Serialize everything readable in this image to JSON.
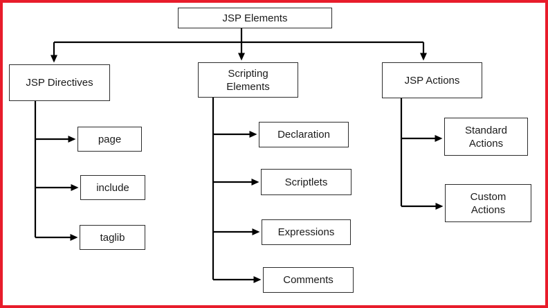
{
  "diagram": {
    "type": "tree",
    "title": "JSP Elements hierarchy",
    "nodes": {
      "jsp_elements": {
        "label": "JSP Elements"
      },
      "jsp_directives": {
        "label": "JSP Directives"
      },
      "scripting_elements": {
        "label": "Scripting\nElements"
      },
      "jsp_actions": {
        "label": "JSP Actions"
      },
      "page": {
        "label": "page"
      },
      "include": {
        "label": "include"
      },
      "taglib": {
        "label": "taglib"
      },
      "declaration": {
        "label": "Declaration"
      },
      "scriptlets": {
        "label": "Scriptlets"
      },
      "expressions": {
        "label": "Expressions"
      },
      "comments": {
        "label": "Comments"
      },
      "standard_actions": {
        "label": "Standard\nActions"
      },
      "custom_actions": {
        "label": "Custom\nActions"
      }
    },
    "hierarchy": {
      "JSP Elements": [
        "JSP Directives",
        "Scripting Elements",
        "JSP Actions"
      ],
      "JSP Directives": [
        "page",
        "include",
        "taglib"
      ],
      "Scripting Elements": [
        "Declaration",
        "Scriptlets",
        "Expressions",
        "Comments"
      ],
      "JSP Actions": [
        "Standard Actions",
        "Custom Actions"
      ]
    },
    "colors": {
      "frame": "#e81c2b",
      "box_border": "#2b2b2b",
      "connector": "#000000",
      "text": "#1a1a1a",
      "background": "#ffffff"
    }
  }
}
